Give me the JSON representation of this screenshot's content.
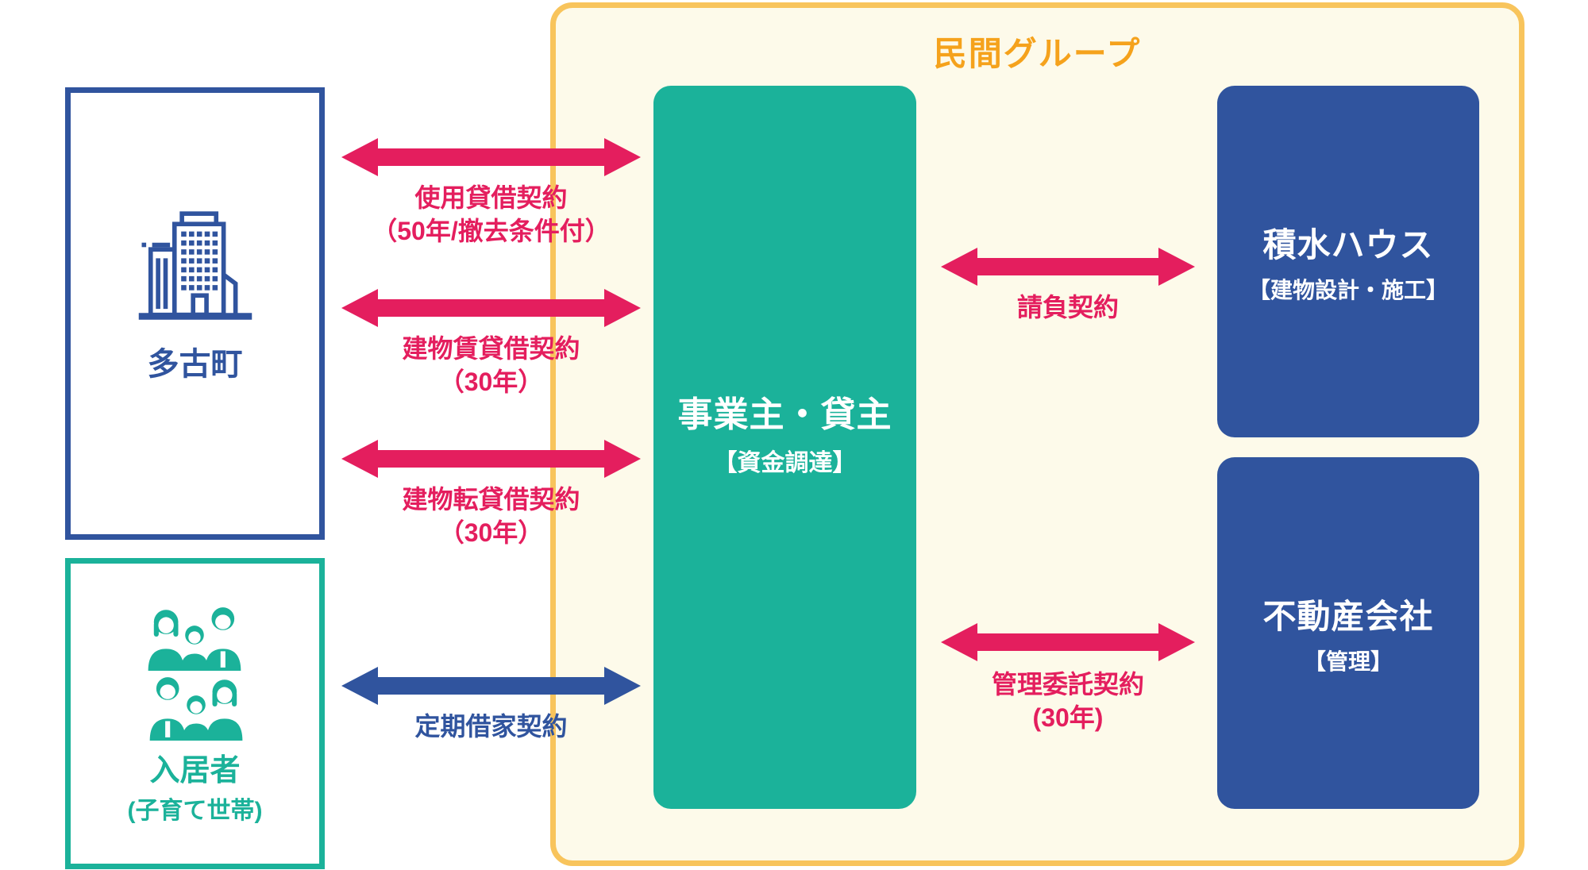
{
  "group": {
    "title": "民間グループ"
  },
  "colors": {
    "pink": "#E41E5E",
    "teal": "#1BB29A",
    "dark_blue": "#30549E",
    "orange_border": "#F8C45C",
    "orange_title": "#F5A21C",
    "cream_background": "#FDFAEA"
  },
  "nodes": {
    "tako": {
      "label": "多古町"
    },
    "residents": {
      "label": "入居者",
      "sublabel": "(子育て世帯)"
    },
    "owner": {
      "label": "事業主・貸主",
      "sublabel": "【資金調達】"
    },
    "sekisui": {
      "label": "積水ハウス",
      "sublabel": "【建物設計・施工】"
    },
    "realestate": {
      "label": "不動産会社",
      "sublabel": "【管理】"
    }
  },
  "arrows": [
    {
      "id": "use-loan-contract",
      "line1": "使用貸借契約",
      "line2": "（50年/撤去条件付）",
      "color": "pink"
    },
    {
      "id": "building-lease-contract",
      "line1": "建物賃貸借契約",
      "line2": "（30年）",
      "color": "pink"
    },
    {
      "id": "building-sublease-contract",
      "line1": "建物転貸借契約",
      "line2": "（30年）",
      "color": "pink"
    },
    {
      "id": "fixed-term-housing-contract",
      "line1": "定期借家契約",
      "color": "blue"
    },
    {
      "id": "construction-contract",
      "line1": "請負契約",
      "color": "pink"
    },
    {
      "id": "management-entrust-contract",
      "line1": "管理委託契約",
      "line2": "(30年)",
      "color": "pink"
    }
  ]
}
